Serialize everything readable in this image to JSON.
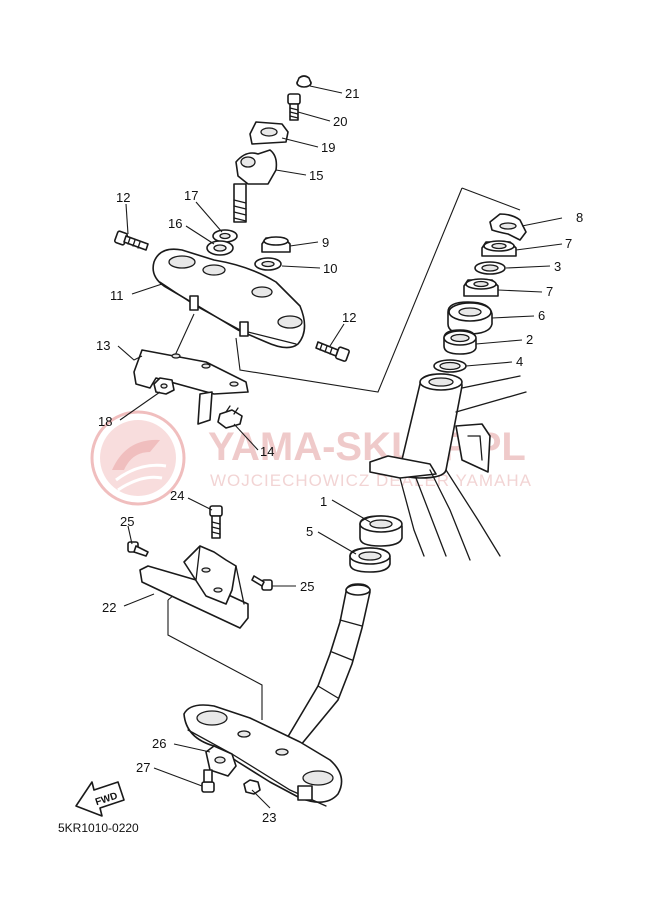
{
  "watermark": {
    "brand": "YAMA-SKLEP.PL",
    "subtitle": "WOJCIECHOWICZ DEALER YAMAHA",
    "logo_icon": "yamaha-tuning-fork-logo-icon",
    "color": "#e58a8a"
  },
  "diagram_code": "5KR1010-0220",
  "fwd_label": "FWD",
  "callouts": [
    {
      "id": "c21",
      "label": "21"
    },
    {
      "id": "c20",
      "label": "20"
    },
    {
      "id": "c19",
      "label": "19"
    },
    {
      "id": "c15",
      "label": "15"
    },
    {
      "id": "c17",
      "label": "17"
    },
    {
      "id": "c12a",
      "label": "12"
    },
    {
      "id": "c16",
      "label": "16"
    },
    {
      "id": "c9",
      "label": "9"
    },
    {
      "id": "c10",
      "label": "10"
    },
    {
      "id": "c11",
      "label": "11"
    },
    {
      "id": "c12b",
      "label": "12"
    },
    {
      "id": "c13",
      "label": "13"
    },
    {
      "id": "c18",
      "label": "18"
    },
    {
      "id": "c14",
      "label": "14"
    },
    {
      "id": "c8",
      "label": "8"
    },
    {
      "id": "c7a",
      "label": "7"
    },
    {
      "id": "c3",
      "label": "3"
    },
    {
      "id": "c7b",
      "label": "7"
    },
    {
      "id": "c6",
      "label": "6"
    },
    {
      "id": "c2",
      "label": "2"
    },
    {
      "id": "c4",
      "label": "4"
    },
    {
      "id": "c1",
      "label": "1"
    },
    {
      "id": "c5",
      "label": "5"
    },
    {
      "id": "c24",
      "label": "24"
    },
    {
      "id": "c25a",
      "label": "25"
    },
    {
      "id": "c25b",
      "label": "25"
    },
    {
      "id": "c22",
      "label": "22"
    },
    {
      "id": "c26",
      "label": "26"
    },
    {
      "id": "c27",
      "label": "27"
    },
    {
      "id": "c23",
      "label": "23"
    }
  ]
}
